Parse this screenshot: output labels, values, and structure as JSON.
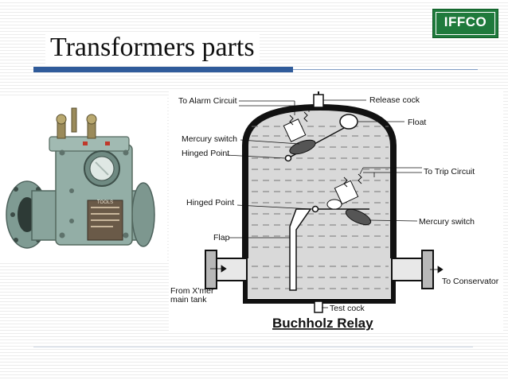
{
  "slide": {
    "title": "Transformers parts",
    "logo_text": "IFFCO"
  },
  "colors": {
    "title_bar": "#2f5b9a",
    "logo_bg": "#1f7a3c",
    "relay_body": "#8fa7a0",
    "oil_fill": "#d8d8d8"
  },
  "diagram": {
    "caption": "Buchholz Relay",
    "labels": {
      "alarm_circuit": "To Alarm Circuit",
      "release_cock": "Release cock",
      "float": "Float",
      "mercury_switch_top": "Mercury switch",
      "hinged_point_top": "Hinged Point",
      "trip_circuit": "To Trip Circuit",
      "hinged_point_bottom": "Hinged Point",
      "mercury_switch_bottom": "Mercury switch",
      "flap": "Flap",
      "from_main_tank_line1": "From X'mer",
      "from_main_tank_line2": "main tank",
      "to_conservator": "To Conservator",
      "test_cock": "Test cock"
    }
  },
  "photo": {
    "nameplate_text": "TOOLS"
  }
}
